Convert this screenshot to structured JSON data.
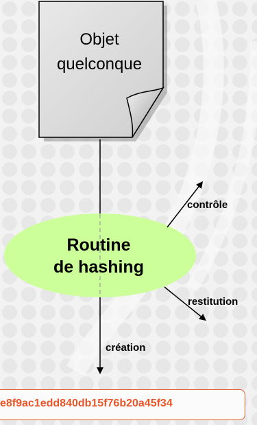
{
  "object": {
    "line1": "Objet",
    "line2": "quelconque"
  },
  "routine": {
    "line1": "Routine",
    "line2": "de hashing",
    "color": "#ccff99"
  },
  "edges": {
    "controle": "contrôle",
    "restitution": "restitution",
    "creation": "création"
  },
  "hash": {
    "value": "e8f9ac1edd840db15f76b20a45f34",
    "color": "#e8572a"
  }
}
